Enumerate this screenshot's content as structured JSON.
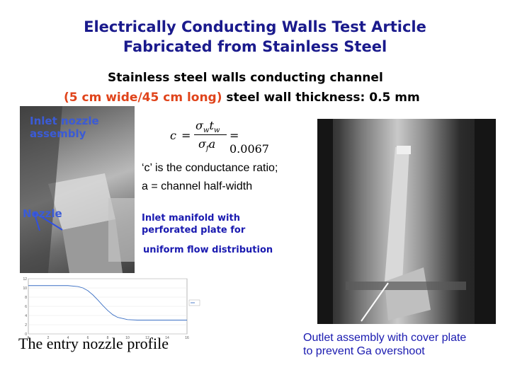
{
  "title_line1": "Electrically Conducting Walls Test Article",
  "title_line2": "Fabricated from Stainless Steel",
  "subtitle_line1": "Stainless steel walls conducting channel",
  "subtitle_line2_orange": "(5 cm wide/45 cm long)",
  "subtitle_line2_rest": " steel wall thickness: 0.5 mm",
  "labels": {
    "inlet_nozzle": "Inlet nozzle\nassembly",
    "nozzle": "Nozzle",
    "inlet_manifold": "Inlet manifold with\nperforated plate for",
    "uniform_flow": "uniform flow distribution",
    "outlet": "Outlet assembly with cover plate\nto prevent Ga overshoot"
  },
  "formula": {
    "lhs": "c",
    "num": "σ",
    "num_sub": "w",
    "num2": "t",
    "num2_sub": "w",
    "den": "σ",
    "den_sub": "f",
    "den2": "a",
    "rhs": "= 0.0067"
  },
  "conductance_line1": "‘c’ is the conductance ratio;",
  "conductance_line2": "a = channel half-width",
  "caption": "The entry nozzle profile",
  "chart_data": {
    "type": "line",
    "title": "",
    "xlabel": "",
    "ylabel": "",
    "x_ticks": [
      0,
      2,
      4,
      6,
      8,
      10,
      12,
      14,
      16
    ],
    "y_ticks": [
      0,
      2,
      4,
      6,
      8,
      10,
      12
    ],
    "xlim": [
      0,
      16
    ],
    "ylim": [
      0,
      12
    ],
    "series": [
      {
        "x": [
          0,
          1,
          2,
          3,
          4,
          5,
          5.5,
          6,
          6.5,
          7,
          7.5,
          8,
          8.5,
          9,
          10,
          11,
          12,
          13,
          14,
          15,
          16
        ],
        "y": [
          10.5,
          10.5,
          10.5,
          10.5,
          10.5,
          10.3,
          10.0,
          9.4,
          8.5,
          7.4,
          6.2,
          5.1,
          4.2,
          3.6,
          3.1,
          3.0,
          3.0,
          3.0,
          3.0,
          3.0,
          3.0
        ],
        "color": "#3a6fc4"
      }
    ],
    "legend_position": "right"
  }
}
